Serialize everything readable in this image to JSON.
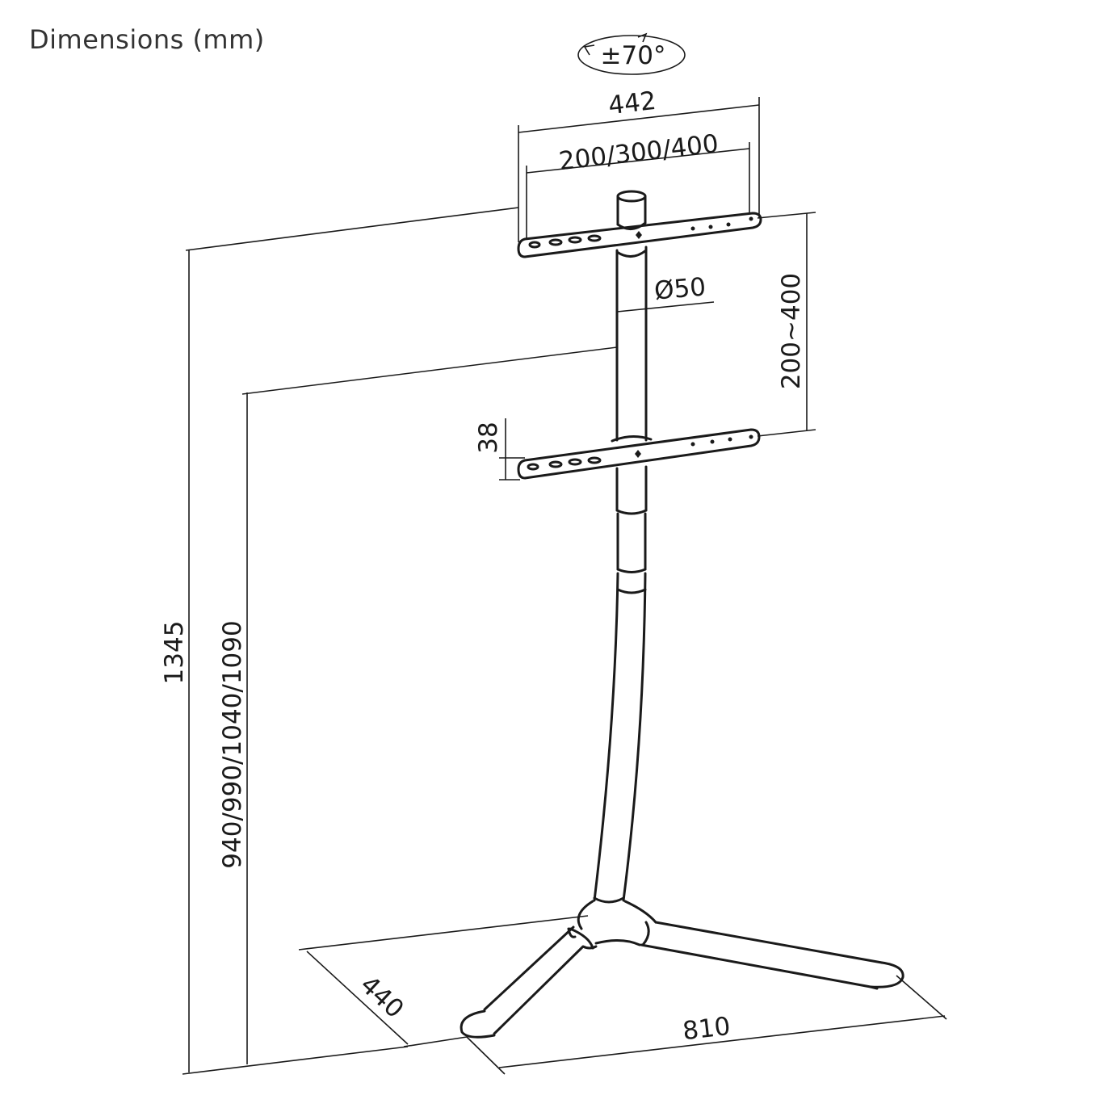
{
  "title": "Dimensions (mm)",
  "labels": {
    "rotation": "±70°",
    "top_width": "442",
    "vesa_width": "200/300/400",
    "pole_diameter": "Ø50",
    "vesa_height": "200~400",
    "bracket_thickness": "38",
    "total_height": "1345",
    "mount_height": "940/990/1040/1090",
    "base_depth": "440",
    "base_width": "810"
  }
}
